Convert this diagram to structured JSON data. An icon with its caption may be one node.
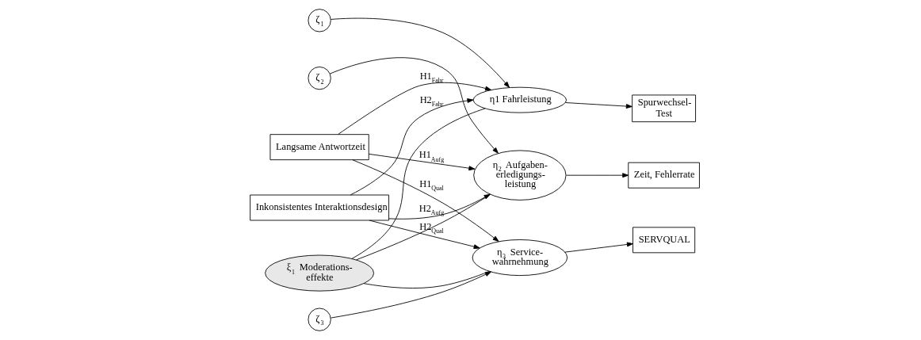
{
  "diagram": {
    "nodes": [
      {
        "text": [
          "Langsame Antwortzeit"
        ]
      },
      {
        "text": [
          "ζ$_{1}$"
        ]
      },
      {
        "text": [
          "η1 Fahrleistung"
        ]
      },
      {
        "text": [
          "Spurwechsel- Test"
        ]
      },
      {
        "text": [
          "ζ$_{2}$"
        ]
      },
      {
        "text": [
          "η$_{2}$ Aufgaben- erledigungs- leistung"
        ]
      },
      {
        "text": [
          "Zeit, Fehlerrate"
        ]
      },
      {
        "text": [
          "Inkonsistentes Interaktionsdesign"
        ]
      },
      {
        "text": [
          "ζ$_{3}$"
        ]
      },
      {
        "text": [
          "η$_{3}$ Service- wahrnehmung"
        ]
      },
      {
        "text": [
          "SERVQUAL"
        ]
      },
      {
        "text": [
          "ξ$_{1}$ Moderations- effekte"
        ]
      }
    ],
    "edges": [
      {
        "from": 0,
        "to": 2,
        "arrow": "to",
        "label": "H1$_{Fahr}$"
      },
      {
        "from": 0,
        "to": 5,
        "arrow": "to",
        "label": "H1$_{Aufg}$"
      },
      {
        "from": 0,
        "to": 9,
        "arrow": "to",
        "label": "H1$_{Qual}$"
      },
      {
        "from": 7,
        "to": 2,
        "arrow": "to",
        "label": "H2$_{Fahr}$"
      },
      {
        "from": 7,
        "to": 5,
        "arrow": "to",
        "label": "H2$_{Aufg}$"
      },
      {
        "from": 7,
        "to": 9,
        "arrow": "to",
        "label": "H2$_{Qual}$"
      },
      {
        "from": 1,
        "to": 2,
        "arrow": "to"
      },
      {
        "from": 4,
        "to": 5,
        "arrow": "to"
      },
      {
        "from": 8,
        "to": 9,
        "arrow": "to"
      },
      {
        "from": 2,
        "to": 3,
        "arrow": "to"
      },
      {
        "from": 5,
        "to": 6,
        "arrow": "to"
      },
      {
        "from": 9,
        "to": 10,
        "arrow": "to"
      },
      {
        "from": 11,
        "to": 2,
        "arrow": "none"
      },
      {
        "from": 11,
        "to": 5,
        "arrow": "none"
      },
      {
        "from": 11,
        "to": 9,
        "arrow": "none"
      }
    ]
  }
}
